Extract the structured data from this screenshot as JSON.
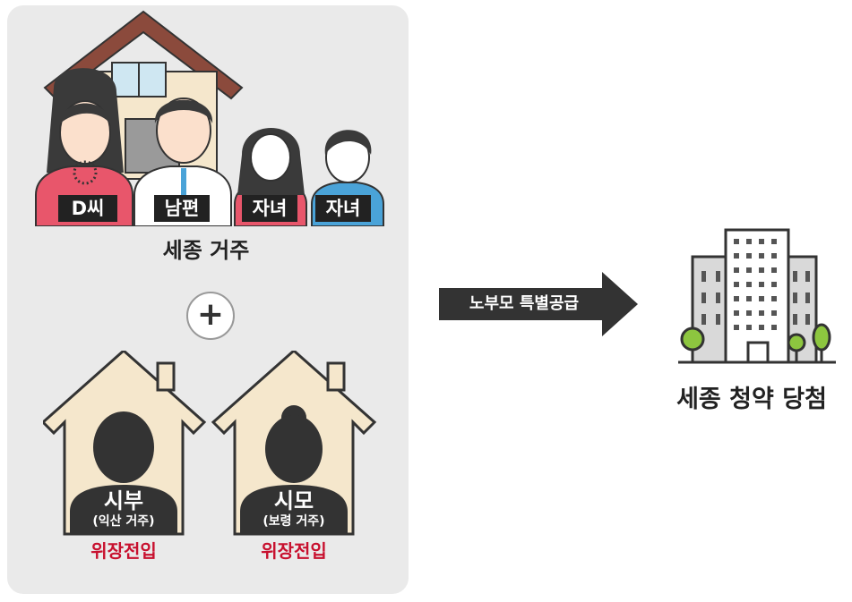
{
  "family": {
    "members": [
      {
        "label": "D씨"
      },
      {
        "label": "남편"
      },
      {
        "label": "자녀"
      },
      {
        "label": "자녀"
      }
    ],
    "caption": "세종 거주"
  },
  "plus_symbol": "+",
  "parents": [
    {
      "name": "시부",
      "residence": "(익산 거주)",
      "status": "위장전입"
    },
    {
      "name": "시모",
      "residence": "(보령 거주)",
      "status": "위장전입"
    }
  ],
  "arrow": {
    "label": "노부모 특별공급"
  },
  "result": {
    "caption": "세종 청약 당첨"
  },
  "colors": {
    "accent_red": "#c8102e",
    "panel": "#eaeaea",
    "house_fill": "#f5e7cc",
    "roof": "#8b4a3c"
  }
}
